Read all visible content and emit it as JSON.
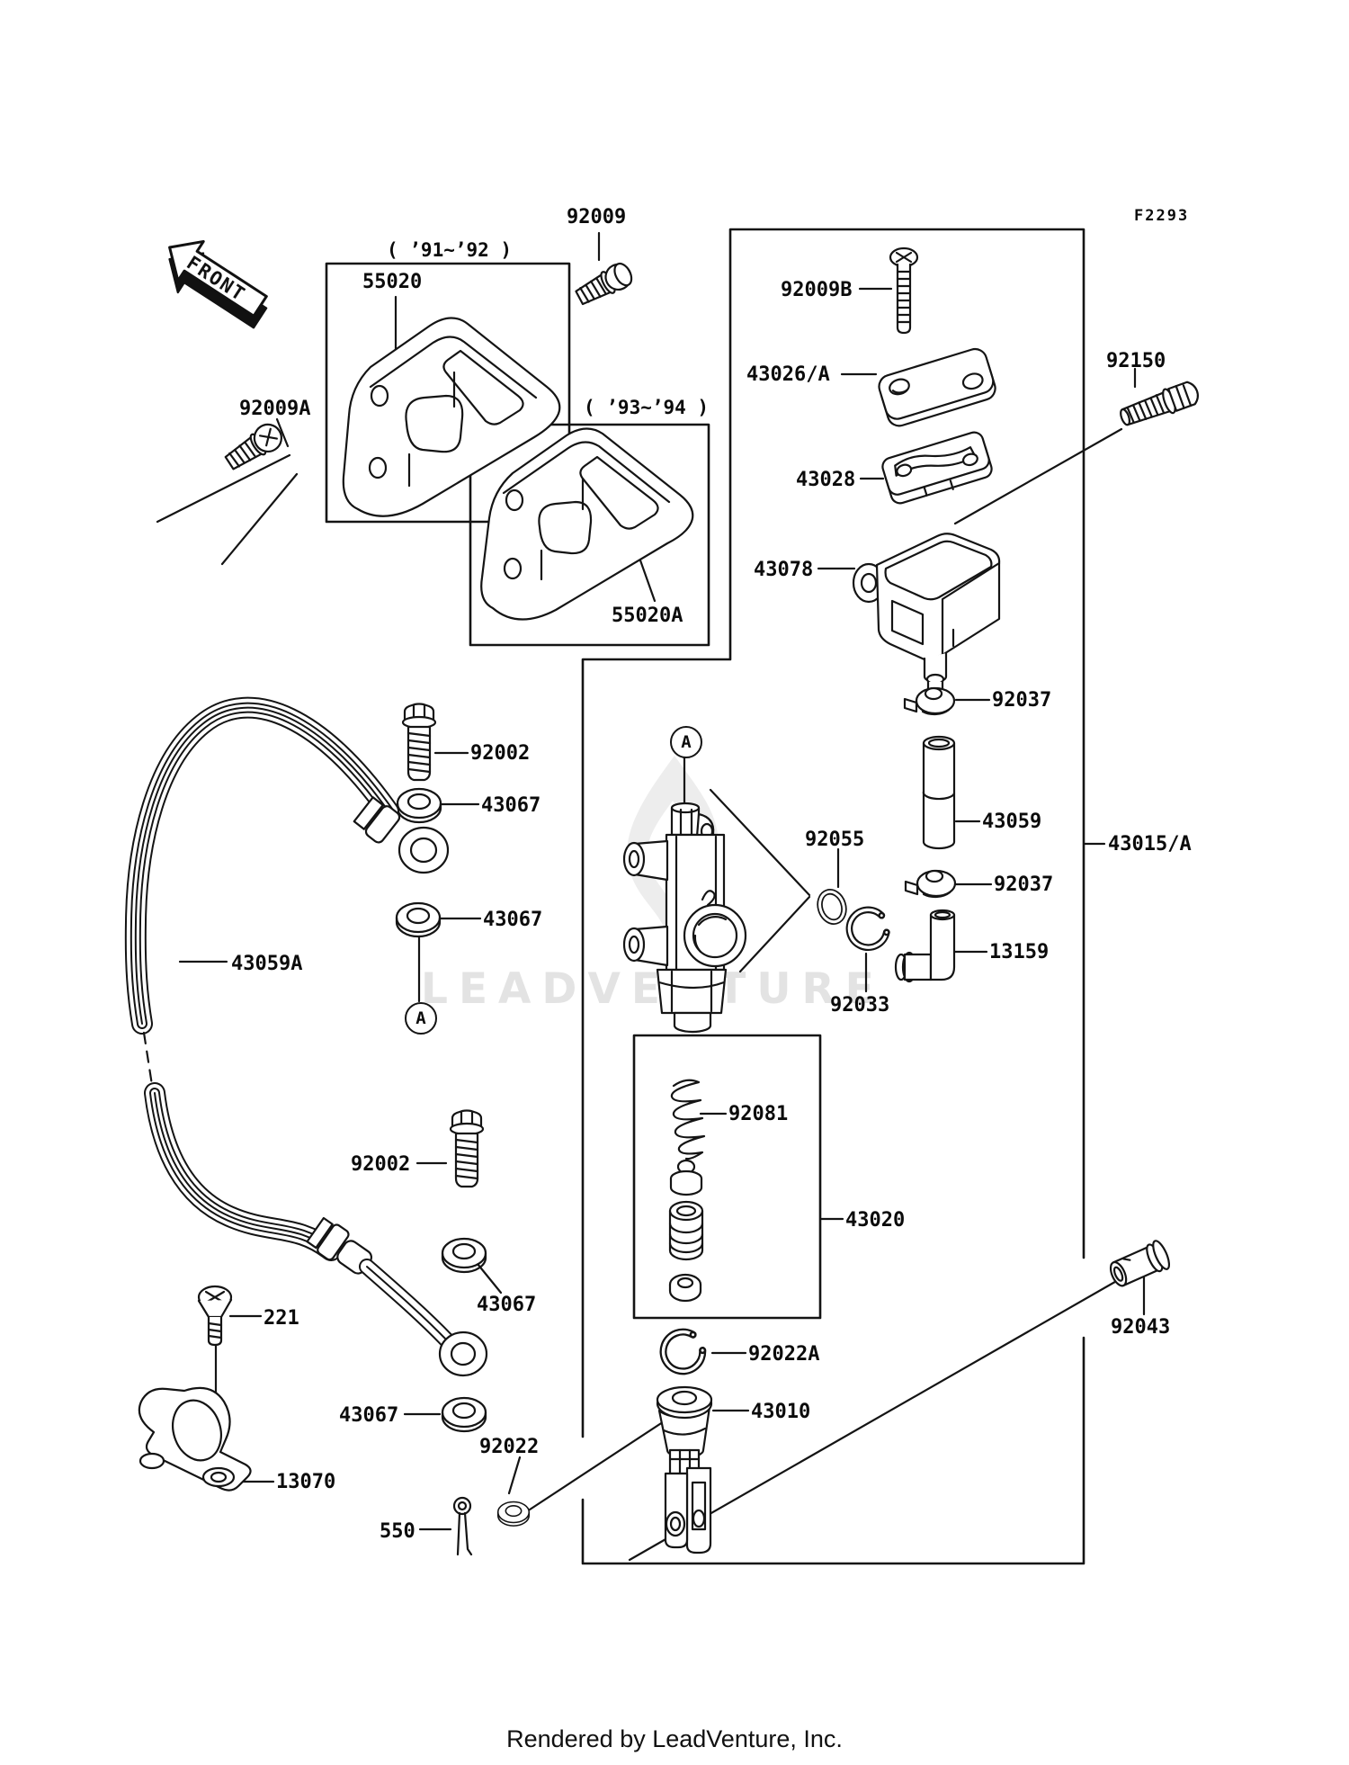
{
  "doc": {
    "front_label": "FRONT",
    "figure_code": "F2293",
    "footer": "Rendered by LeadVenture, Inc.",
    "watermark": "LEADVENTURE",
    "marker": "A"
  },
  "ranges": {
    "early": "( ’91~’92 )",
    "late": "( ’93~’94 )"
  },
  "parts": {
    "92009": "92009",
    "92009A": "92009A",
    "92009B": "92009B",
    "55020": "55020",
    "55020A": "55020A",
    "43026": "43026/A",
    "43028": "43028",
    "43078": "43078",
    "92150": "92150",
    "92037": "92037",
    "43059": "43059",
    "43015": "43015/A",
    "13159": "13159",
    "92055": "92055",
    "92033": "92033",
    "43059A": "43059A",
    "92002": "92002",
    "43067": "43067",
    "92081": "92081",
    "43020": "43020",
    "92022A": "92022A",
    "43010": "43010",
    "92043": "92043",
    "221": "221",
    "13070": "13070",
    "550": "550",
    "92022": "92022"
  }
}
